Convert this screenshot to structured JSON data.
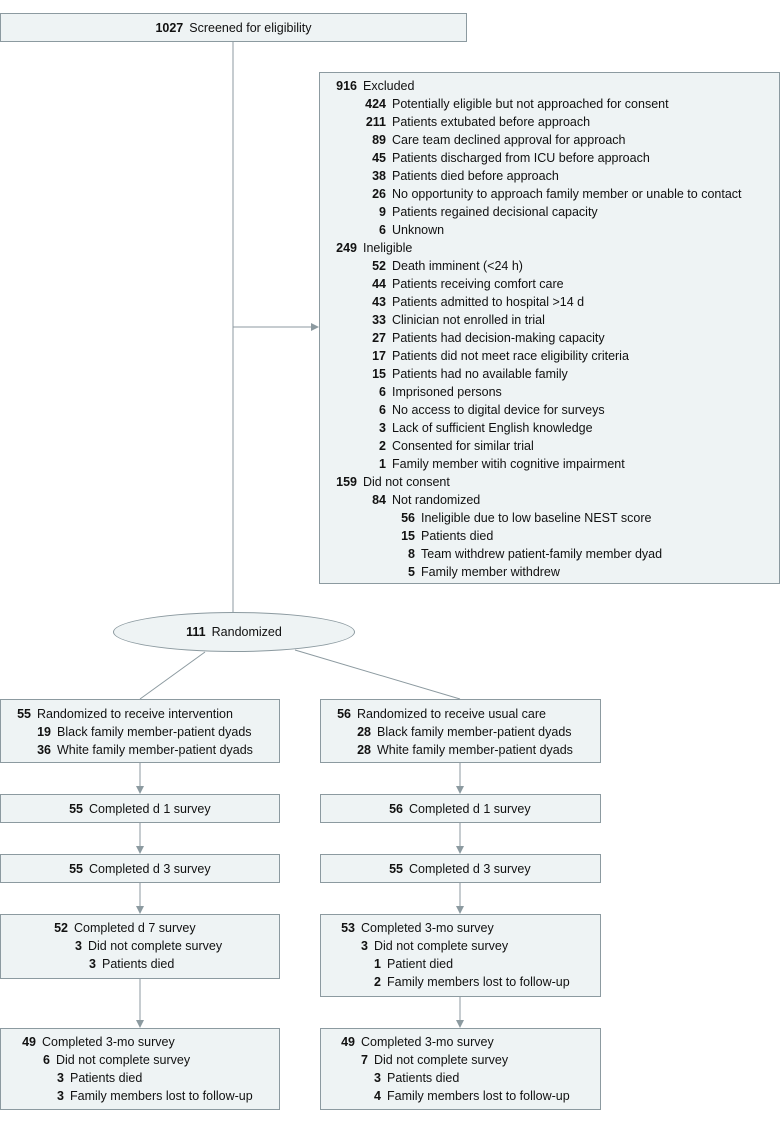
{
  "screened": {
    "n": "1027",
    "label": "Screened for eligibility"
  },
  "excluded_box": {
    "rows": [
      {
        "level": 0,
        "n": "916",
        "label": "Excluded"
      },
      {
        "level": 1,
        "n": "424",
        "label": "Potentially eligible but not approached for consent"
      },
      {
        "level": 1,
        "n": "211",
        "label": "Patients extubated before approach"
      },
      {
        "level": 1,
        "n": "89",
        "label": "Care team declined approval for approach"
      },
      {
        "level": 1,
        "n": "45",
        "label": "Patients discharged from ICU before approach"
      },
      {
        "level": 1,
        "n": "38",
        "label": "Patients died before approach"
      },
      {
        "level": 1,
        "n": "26",
        "label": "No opportunity to approach family member or unable to contact"
      },
      {
        "level": 1,
        "n": "9",
        "label": "Patients regained decisional capacity"
      },
      {
        "level": 1,
        "n": "6",
        "label": "Unknown"
      },
      {
        "level": 0,
        "n": "249",
        "label": "Ineligible"
      },
      {
        "level": 1,
        "n": "52",
        "label": "Death imminent (<24 h)"
      },
      {
        "level": 1,
        "n": "44",
        "label": "Patients receiving comfort care"
      },
      {
        "level": 1,
        "n": "43",
        "label": "Patients admitted to hospital >14 d"
      },
      {
        "level": 1,
        "n": "33",
        "label": "Clinician not enrolled in trial"
      },
      {
        "level": 1,
        "n": "27",
        "label": "Patients had decision-making capacity"
      },
      {
        "level": 1,
        "n": "17",
        "label": "Patients did not meet race eligibility criteria"
      },
      {
        "level": 1,
        "n": "15",
        "label": "Patients had no available family"
      },
      {
        "level": 1,
        "n": "6",
        "label": "Imprisoned persons"
      },
      {
        "level": 1,
        "n": "6",
        "label": "No access to digital device for surveys"
      },
      {
        "level": 1,
        "n": "3",
        "label": "Lack of sufficient English knowledge"
      },
      {
        "level": 1,
        "n": "2",
        "label": "Consented for similar trial"
      },
      {
        "level": 1,
        "n": "1",
        "label": "Family member witih cognitive impairment"
      },
      {
        "level": 0,
        "n": "159",
        "label": "Did not consent"
      },
      {
        "level": 1,
        "n": "84",
        "label": "Not randomized"
      },
      {
        "level": 2,
        "n": "56",
        "label": "Ineligible due to low baseline NEST score"
      },
      {
        "level": 2,
        "n": "15",
        "label": "Patients died"
      },
      {
        "level": 2,
        "n": "8",
        "label": "Team withdrew patient-family member dyad"
      },
      {
        "level": 2,
        "n": "5",
        "label": "Family member withdrew"
      }
    ]
  },
  "randomized": {
    "n": "111",
    "label": "Randomized"
  },
  "left_arm": [
    {
      "rows": [
        {
          "level": 0,
          "n": "55",
          "label": "Randomized to receive intervention"
        },
        {
          "level": 1,
          "n": "19",
          "label": "Black family member-patient dyads"
        },
        {
          "level": 1,
          "n": "36",
          "label": "White family member-patient dyads"
        }
      ]
    },
    {
      "rows": [
        {
          "level": 0,
          "n": "55",
          "label": "Completed d 1 survey"
        }
      ]
    },
    {
      "rows": [
        {
          "level": 0,
          "n": "55",
          "label": "Completed d 3 survey"
        }
      ]
    },
    {
      "rows": [
        {
          "level": 0,
          "n": "52",
          "label": "Completed d 7 survey"
        },
        {
          "level": 1,
          "n": "3",
          "label": "Did not complete survey"
        },
        {
          "level": 2,
          "n": "3",
          "label": "Patients died"
        }
      ]
    },
    {
      "rows": [
        {
          "level": 0,
          "n": "49",
          "label": "Completed 3-mo survey"
        },
        {
          "level": 1,
          "n": "6",
          "label": "Did not complete survey"
        },
        {
          "level": 2,
          "n": "3",
          "label": "Patients died"
        },
        {
          "level": 2,
          "n": "3",
          "label": "Family members lost to follow-up"
        }
      ]
    }
  ],
  "right_arm": [
    {
      "rows": [
        {
          "level": 0,
          "n": "56",
          "label": "Randomized to receive usual care"
        },
        {
          "level": 1,
          "n": "28",
          "label": "Black family member-patient dyads"
        },
        {
          "level": 1,
          "n": "28",
          "label": "White family member-patient dyads"
        }
      ]
    },
    {
      "rows": [
        {
          "level": 0,
          "n": "56",
          "label": "Completed d 1 survey"
        }
      ]
    },
    {
      "rows": [
        {
          "level": 0,
          "n": "55",
          "label": "Completed d 3 survey"
        }
      ]
    },
    {
      "rows": [
        {
          "level": 0,
          "n": "53",
          "label": "Completed 3-mo survey"
        },
        {
          "level": 1,
          "n": "3",
          "label": "Did not complete survey"
        },
        {
          "level": 2,
          "n": "1",
          "label": "Patient died"
        },
        {
          "level": 2,
          "n": "2",
          "label": "Family members lost to follow-up"
        }
      ]
    },
    {
      "rows": [
        {
          "level": 0,
          "n": "49",
          "label": "Completed 3-mo survey"
        },
        {
          "level": 1,
          "n": "7",
          "label": "Did not complete survey"
        },
        {
          "level": 2,
          "n": "3",
          "label": "Patients died"
        },
        {
          "level": 2,
          "n": "4",
          "label": "Family members lost to follow-up"
        }
      ]
    }
  ]
}
